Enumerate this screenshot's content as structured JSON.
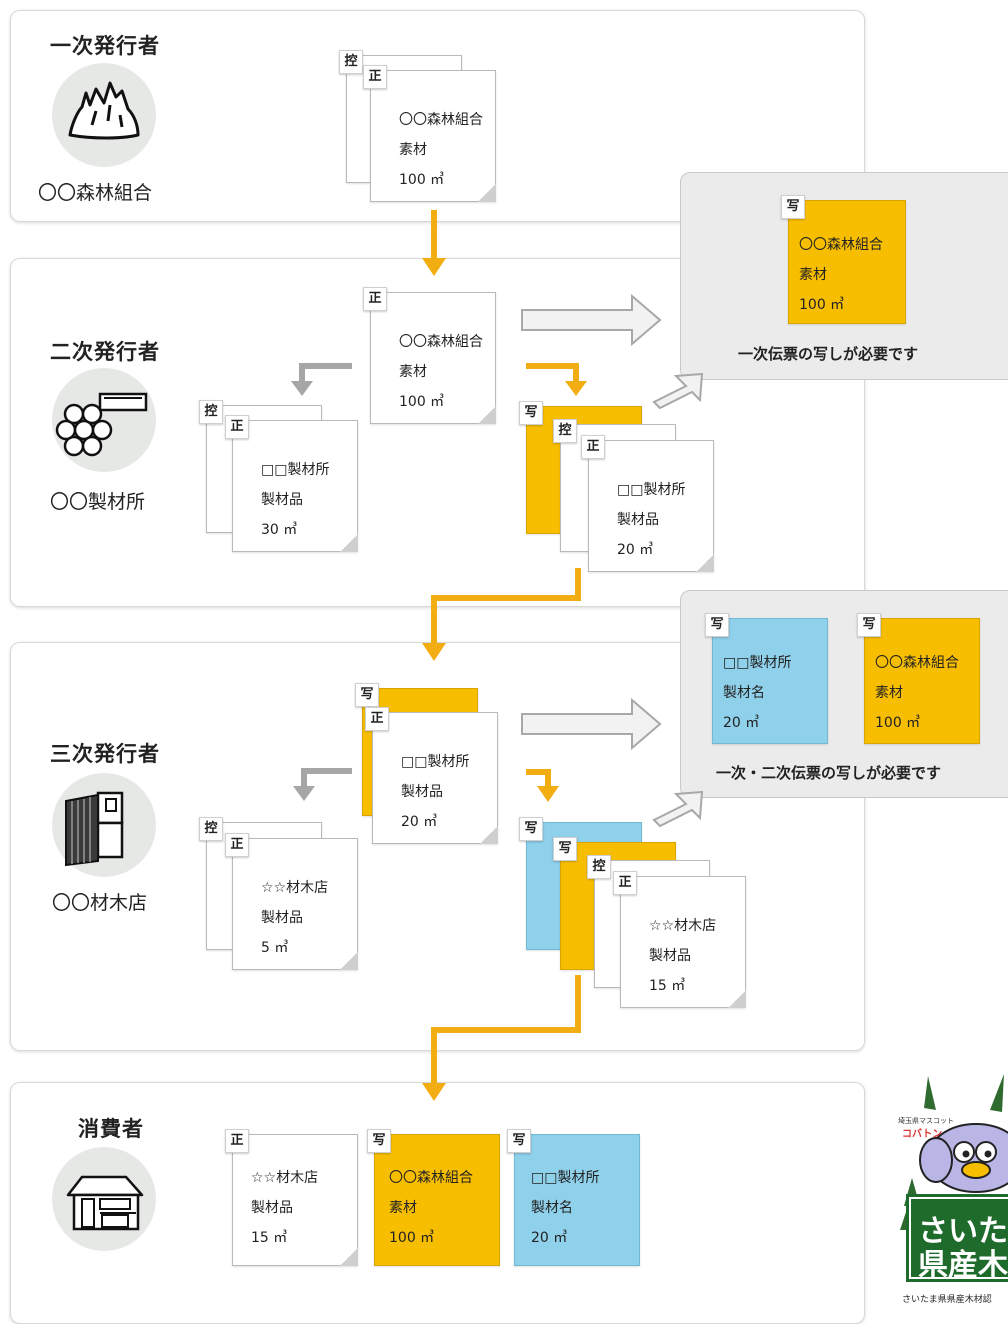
{
  "stages": [
    {
      "title": "一次発行者",
      "entity": "〇〇森林組合",
      "icon": "mountain-icon"
    },
    {
      "title": "二次発行者",
      "entity": "〇〇製材所",
      "icon": "sawmill-logs-icon"
    },
    {
      "title": "三次発行者",
      "entity": "〇〇材木店",
      "icon": "lumber-shop-icon"
    },
    {
      "title": "消費者",
      "entity": "",
      "icon": "house-icon"
    }
  ],
  "tags": {
    "original": "正",
    "copy_kept": "控",
    "copy": "写"
  },
  "docs": {
    "s1_original": {
      "lines": [
        "〇〇森林組合",
        "素材",
        "100 ㎥"
      ]
    },
    "s2_received": {
      "lines": [
        "〇〇森林組合",
        "素材",
        "100 ㎥"
      ]
    },
    "s2_copy_yellow": {
      "lines": [
        "〇〇森林組合",
        "素材",
        "100 ㎥"
      ]
    },
    "s2_issue_left": {
      "lines": [
        "□□製材所",
        "製材品",
        "30 ㎥"
      ]
    },
    "s2_issue_right": {
      "lines": [
        "□□製材所",
        "製材品",
        "20 ㎥"
      ]
    },
    "s3_received": {
      "lines": [
        "□□製材所",
        "製材品",
        "20 ㎥"
      ]
    },
    "s3_copy_blue": {
      "lines": [
        "□□製材所",
        "製材名",
        "20 ㎥"
      ]
    },
    "s3_copy_yellow": {
      "lines": [
        "〇〇森林組合",
        "素材",
        "100 ㎥"
      ]
    },
    "s3_issue_left": {
      "lines": [
        "☆☆材木店",
        "製材品",
        "5 ㎥"
      ]
    },
    "s3_issue_right": {
      "lines": [
        "☆☆材木店",
        "製材品",
        "15 ㎥"
      ]
    },
    "s4_original": {
      "lines": [
        "☆☆材木店",
        "製材品",
        "15 ㎥"
      ]
    },
    "s4_copy_yellow": {
      "lines": [
        "〇〇森林組合",
        "素材",
        "100 ㎥"
      ]
    },
    "s4_copy_blue": {
      "lines": [
        "□□製材所",
        "製材名",
        "20 ㎥"
      ]
    }
  },
  "callouts": {
    "first": "一次伝票の写しが必要です",
    "second": "一次・二次伝票の写しが必要です"
  },
  "mascot": {
    "caption_small": "埼玉県マスコット",
    "name": "コバトン",
    "banner_line1": "さいた",
    "banner_line2": "県産木",
    "footer": "さいたま県県産木材認"
  },
  "colors": {
    "yellow": "#f7be00",
    "blue": "#8fd0ea",
    "arrow_orange": "#f2ad12",
    "arrow_gray": "#a6a6a6"
  }
}
